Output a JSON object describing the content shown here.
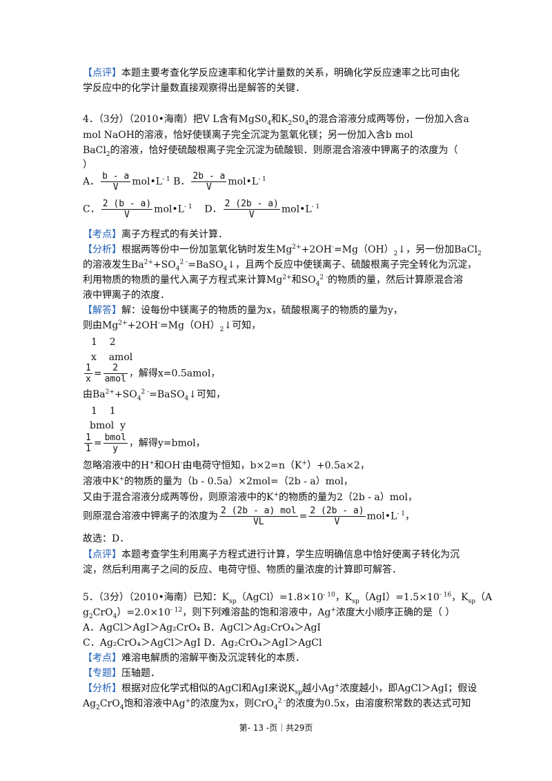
{
  "colors": {
    "tag": "#1f5fb8",
    "text": "#111111"
  },
  "tags": {
    "review": "【点评】",
    "kaodian": "【考点】",
    "fenxi": "【分析】",
    "jieda": "【解答】",
    "zhuanti": "【专题】"
  },
  "top": {
    "review1": "本题主要考查化学反应速率和化学计量数的关系，明确化学反应速率之比可由化",
    "review2": "学反应中的化学计量数直接观察得出是解答的关键．"
  },
  "q4": {
    "stem1a": "4．（3分）（2010•海南）把V L含有",
    "stem1b": "的混合溶液分成两等份，一份加入含a",
    "stem2": "mol NaOH的溶液，恰好使镁离子完全沉淀为氢氧化镁；另一份加入含b mol",
    "stem3b": "的溶液，恰好使硫酸根离子完全沉淀为硫酸钡．则原混合溶液中钾离子的浓度为（",
    "stem4": "）",
    "optA": "A．",
    "optB": "B．",
    "optC": "C．",
    "optD": "D．",
    "fracA_num": "b - a",
    "fracB_num": "2b - a",
    "fracC_num": "2 (b - a)",
    "fracD_num": "2 (2b - a)",
    "den_V": "V",
    "unit": "mol•L",
    "unit_exp": "- 1",
    "kaodian": "离子方程式的有关计算．",
    "fenxi1a": "根据两等份中一份加氢氧化钠时发生Mg",
    "fenxi1b": "+2OH",
    "fenxi1c": "=Mg（OH）",
    "fenxi1d": "↓，另一份加BaCl",
    "fenxi2a": "的溶液发生Ba",
    "fenxi2b": "+SO",
    "fenxi2c": "=BaSO",
    "fenxi2d": "↓，且两个反应中使镁离子、硫酸根离子完全转化为沉淀，",
    "fenxi3a": "利用物质的物质的量代入离子方程式来计算Mg",
    "fenxi3b": "和SO",
    "fenxi3c": "的物质的量，然后计算原混合溶",
    "fenxi4": "液中钾离子的浓度．",
    "jieda1": "解：设每份中镁离子的物质的量为x，硫酸根离子的物质的量为y，",
    "eq1a": "则由Mg",
    "eq1b": "+2OH",
    "eq1c": "=Mg（OH）",
    "eq1d": "↓可知，",
    "coef1": "1    2",
    "vals1": "x    amol",
    "r1_num1": "1",
    "r1_den1": "x",
    "r1_num2": "2",
    "r1_den2": "amol",
    "solve_x": "，解得x=0.5amol，",
    "eq2a": "由Ba",
    "eq2b": "+SO",
    "eq2c": "=BaSO",
    "eq2d": "↓可知，",
    "coef2": "1    1",
    "vals2": "bmol  y",
    "r2_num1": "1",
    "r2_den1": "1",
    "r2_num2": "bmol",
    "r2_den2": "y",
    "solve_y": "，解得y=bmol，",
    "charge1a": "忽略溶液中的H",
    "charge1b": "和OH",
    "charge1c": "由电荷守恒知，b×2=n（K",
    "charge1d": "）+0.5a×2，",
    "charge2a": "溶液中K",
    "charge2b": "的物质的量为（b - 0.5a）×2mol=（2b - a）mol，",
    "charge3a": "又由于混合溶液分成两等份，则原溶液中的K",
    "charge3b": "的物质的量为2（2b - a）mol，",
    "conc_a": "则原混合溶液中钾离子的浓度为",
    "conc_num1": "2 (2b - a) mol",
    "conc_den1": "VL",
    "conc_num2": "2 (2b - a)",
    "conc_den2": "V",
    "conc_end": "，",
    "choose": "故选：D．",
    "review1": "本题考查学生利用离子方程式进行计算，学生应明确信息中恰好使离子转化为沉",
    "review2": "淀，然后利用离子之间的反应、电荷守恒、物质的量浓度的计算即可解答．"
  },
  "q5": {
    "s1a": "5．（3分）（2010•海南）已知：K",
    "s1b": "（AgCl）=1.8×10",
    "s1c": "，K",
    "s1d": "（AgI）=1.5×10",
    "s1e": "，K",
    "s1f": "（A",
    "s2a": "g",
    "s2b": "CrO",
    "s2c": "）=2.0×10",
    "s2d": "，则下列难溶盐的饱和溶液中，Ag",
    "s2e": "浓度大小顺序正确的是（      ）",
    "optA": "A．AgCl＞AgI＞Ag₂CrO₄   B．AgCl＞Ag₂CrO₄＞AgI",
    "optC": "C．Ag₂CrO₄＞AgCl＞AgI   D．Ag₂CrO₄＞AgI＞AgCl",
    "kaodian": "难溶电解质的溶解平衡及沉淀转化的本质．",
    "zhuanti": "压轴题．",
    "fenxi1a": "根据对应化学式相似的AgCl和AgI来说K",
    "fenxi1b": "越小Ag",
    "fenxi1c": "浓度越小，即AgCl＞AgI；假设",
    "fenxi2a": "Ag",
    "fenxi2b": "CrO",
    "fenxi2c": "饱和溶液中Ag",
    "fenxi2d": "的浓度为x，则CrO",
    "fenxi2e": "的浓度为0.5x，由溶度积常数的表达式可知"
  },
  "footer": "第- 13 -页｜共29页"
}
